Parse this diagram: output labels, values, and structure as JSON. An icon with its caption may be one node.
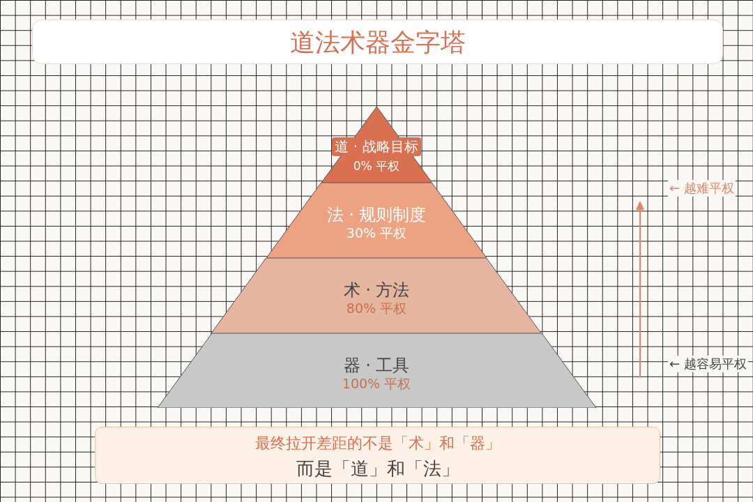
{
  "diagram": {
    "title": "道法术器金字塔",
    "nodes": [
      {
        "text": [
          "道 · 战略目标",
          "0% 平权"
        ]
      },
      {
        "text": [
          "法 · 规则制度",
          "30% 平权"
        ]
      },
      {
        "text": [
          "术 · 方法",
          "80% 平权"
        ]
      },
      {
        "text": [
          "器 · 工具",
          "100% 平权"
        ]
      },
      {
        "text": [
          "最终拉开差距的不是「术」和「器」",
          "而是「道」和「法」"
        ]
      }
    ],
    "labels": [
      "← 越难平权",
      "← 越容易平权"
    ]
  }
}
